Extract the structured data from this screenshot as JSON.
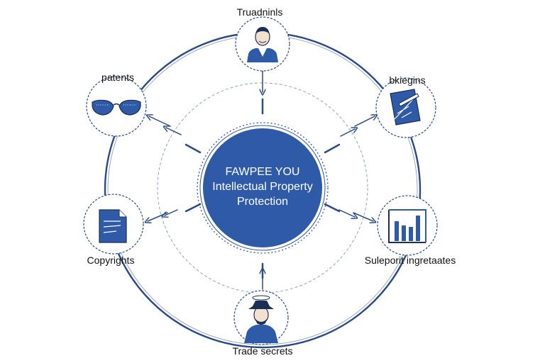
{
  "colors": {
    "primary": "#2e5aa8",
    "ring": "#2b4a8a",
    "dashed": "#8fa3c4",
    "node_fill": "#ffffff",
    "text": "#111111"
  },
  "center": {
    "line1": "FAWPEE YOU",
    "line2": "Intellectual Property",
    "line3": "Protection"
  },
  "nodes": [
    {
      "id": "top",
      "label": "Truadninls",
      "icon": "person-icon"
    },
    {
      "id": "top-left",
      "label": "patents",
      "icon": "glasses-icon"
    },
    {
      "id": "top-right",
      "label": "bkiegins",
      "icon": "document-pen-icon"
    },
    {
      "id": "bottom-left",
      "label": "Copyrights",
      "icon": "document-icon"
    },
    {
      "id": "bottom-right",
      "label": "Suleporit ingretaates",
      "icon": "bar-chart-icon"
    },
    {
      "id": "bottom",
      "label": "Trade secrets",
      "icon": "hat-person-icon"
    }
  ]
}
